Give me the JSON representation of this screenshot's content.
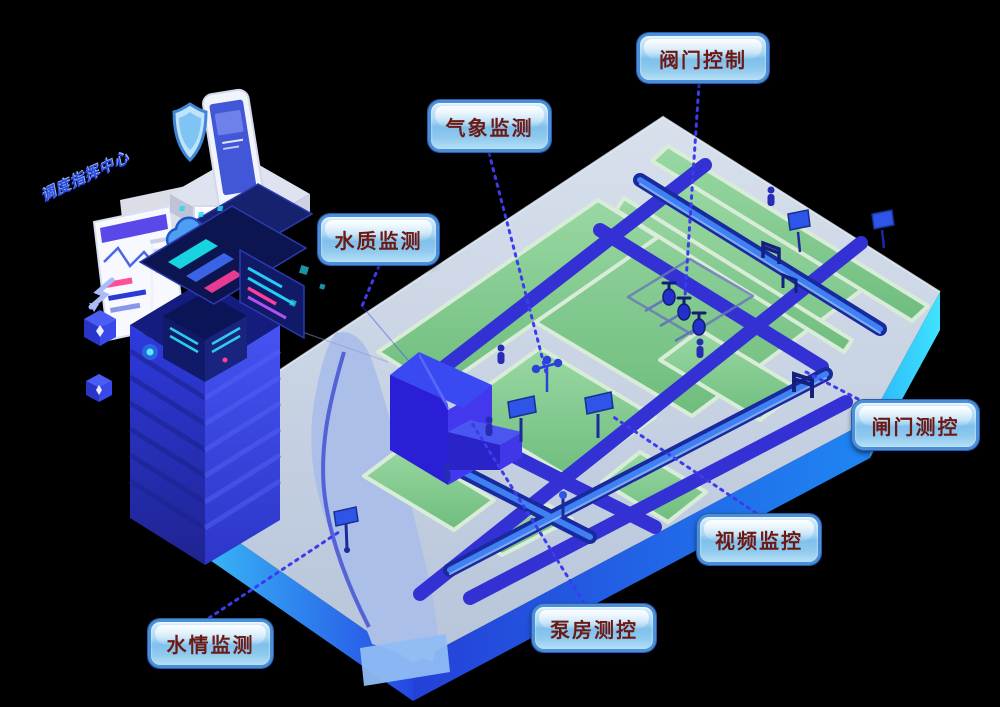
{
  "scene": {
    "command_center_title": "调度指挥中心",
    "labels": [
      {
        "id": "valve-control",
        "text": "阀门控制"
      },
      {
        "id": "weather-monitoring",
        "text": "气象监测"
      },
      {
        "id": "water-quality",
        "text": "水质监测"
      },
      {
        "id": "gate-control",
        "text": "闸门测控"
      },
      {
        "id": "video-surveillance",
        "text": "视频监控"
      },
      {
        "id": "pump-house",
        "text": "泵房测控"
      },
      {
        "id": "water-level",
        "text": "水情监测"
      }
    ],
    "colors": {
      "label_text": "#6d1a15",
      "label_border": "#4b8fd8",
      "label_fill_top": "#d6edfc",
      "label_fill_bottom": "#8ec9ee",
      "connector": "#3c3cee",
      "platform_surface": "#c9d4e4",
      "platform_face_cyan": "#3fdcfc",
      "platform_face_blue": "#2356e8",
      "field_green": "#8bce96",
      "road_blue": "#3331d4",
      "canal_bright": "#3f80f2",
      "river": "#abbfe9",
      "tower_blue": "#2e3bdf",
      "glow_cyan": "#2fe2f6",
      "glow_pink": "#ff3f98"
    }
  }
}
